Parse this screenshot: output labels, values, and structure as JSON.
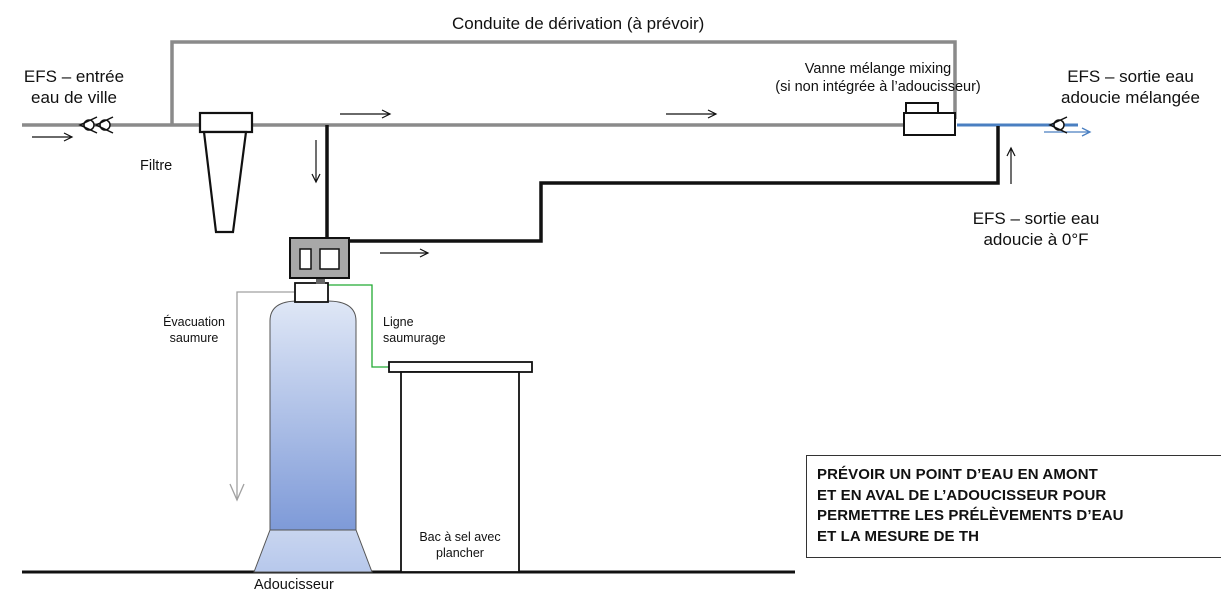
{
  "colors": {
    "pipe_grey": "#8a8a8a",
    "pipe_black": "#111111",
    "soft_blue": "#4a7fc1",
    "brine_green": "#22aa33",
    "drain_grey": "#a0a0a0",
    "tank_top": "#dfe7f6",
    "tank_bottom": "#7e9ad8",
    "controller_grey": "#a8a8a8"
  },
  "labels": {
    "bypass": "Conduite de dérivation (à prévoir)",
    "inlet_line1": "EFS – entrée",
    "inlet_line2": "eau de ville",
    "filter": "Filtre",
    "mixing_line1": "Vanne mélange mixing",
    "mixing_line2": "(si non intégrée à l’adoucisseur)",
    "outlet_mixed_line1": "EFS – sortie eau",
    "outlet_mixed_line2": "adoucie mélangée",
    "outlet_soft_line1": "EFS – sortie eau",
    "outlet_soft_line2": "adoucie à 0°F",
    "drain_line1": "Évacuation",
    "drain_line2": "saumure",
    "brine_line1": "Ligne",
    "brine_line2": "saumurage",
    "salt_line1": "Bac à sel avec",
    "salt_line2": "plancher",
    "softener": "Adoucisseur"
  },
  "note": {
    "line1": "PRÉVOIR UN POINT D’EAU EN AMONT",
    "line2": "ET EN AVAL DE L’ADOUCISSEUR POUR",
    "line3": "PERMETTRE LES PRÉLÈVEMENTS D’EAU",
    "line4": "ET LA MESURE DE TH"
  }
}
